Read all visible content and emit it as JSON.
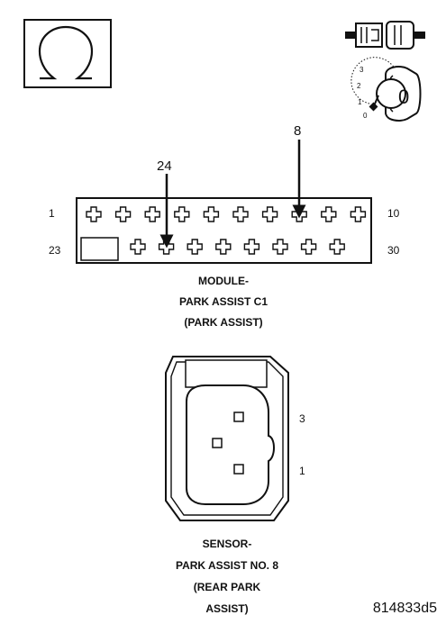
{
  "symbols": {
    "ohm_icon": "ohm-meter-icon",
    "connector_icon": "disconnected-connector-icon",
    "key_icon": "ignition-key-icon",
    "key_positions": [
      "3",
      "2",
      "1",
      "0"
    ],
    "key_current": "0"
  },
  "module_connector": {
    "callouts": [
      "24",
      "8"
    ],
    "row_labels": {
      "top_left": "1",
      "top_right": "10",
      "bottom_left": "23",
      "bottom_right": "30"
    },
    "caption": [
      "MODULE-",
      "PARK ASSIST C1",
      "(PARK ASSIST)"
    ]
  },
  "sensor_connector": {
    "pin_labels": [
      "3",
      "1"
    ],
    "caption": [
      "SENSOR-",
      "PARK ASSIST NO. 8",
      "(REAR PARK",
      "ASSIST)"
    ]
  },
  "figure_id": "814833d5"
}
